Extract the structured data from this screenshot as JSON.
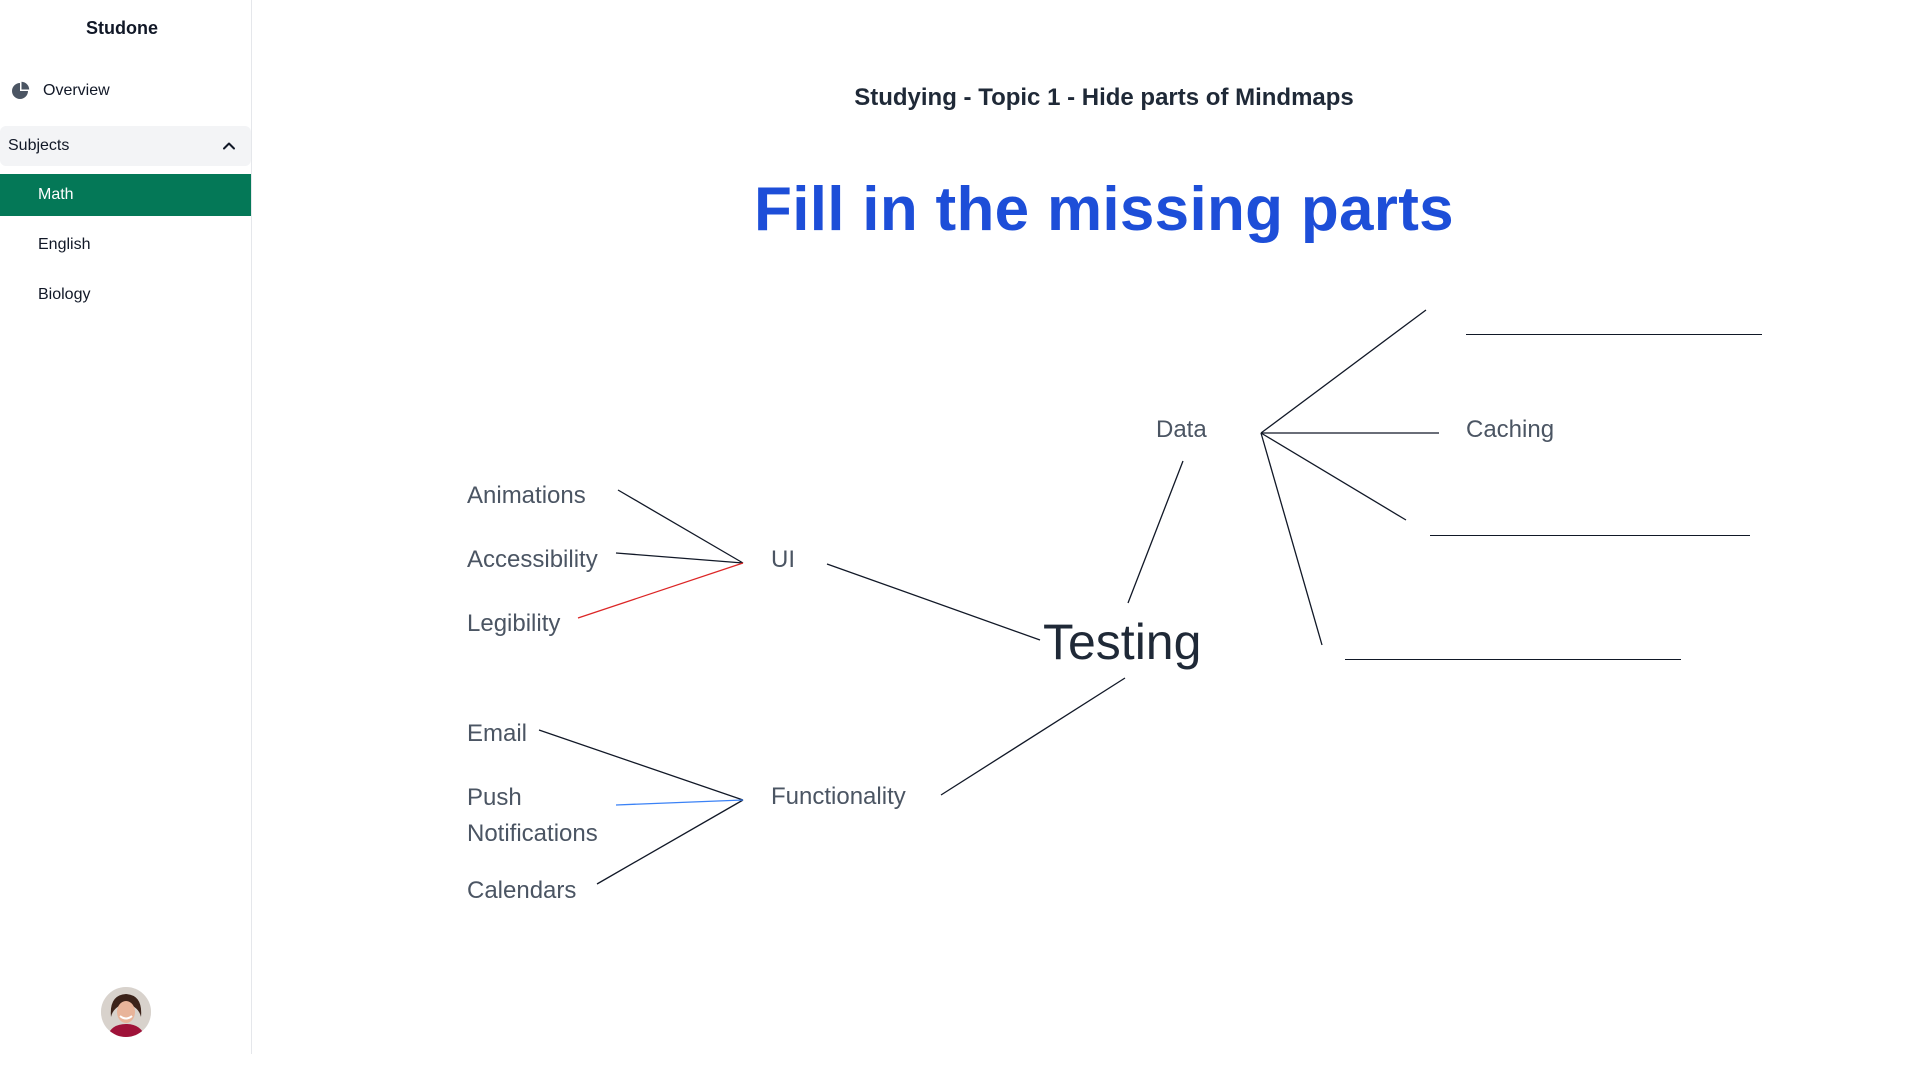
{
  "sidebar": {
    "brand": "Studone",
    "overview_label": "Overview",
    "subjects_label": "Subjects",
    "subjects": [
      {
        "label": "Math",
        "active": true
      },
      {
        "label": "English",
        "active": false
      },
      {
        "label": "Biology",
        "active": false
      }
    ]
  },
  "main": {
    "page_title": "Studying - Topic 1 - Hide parts of Mindmaps",
    "headline": "Fill in the missing parts"
  },
  "mindmap": {
    "center": "Testing",
    "branches": {
      "ui": "UI",
      "functionality": "Functionality",
      "data": "Data"
    },
    "ui_children": [
      "Animations",
      "Accessibility",
      "Legibility"
    ],
    "functionality_children": [
      "Email",
      "Push Notifications",
      "Calendars"
    ],
    "data_children_visible": [
      "Caching"
    ],
    "blank_count": 3
  },
  "colors": {
    "accent": "#047857",
    "headline": "#1d4ed8",
    "highlight_red": "#dc2626",
    "highlight_blue": "#3b82f6"
  },
  "icons": {
    "overview": "pie-chart-icon",
    "subjects_toggle": "chevron-up-icon"
  }
}
